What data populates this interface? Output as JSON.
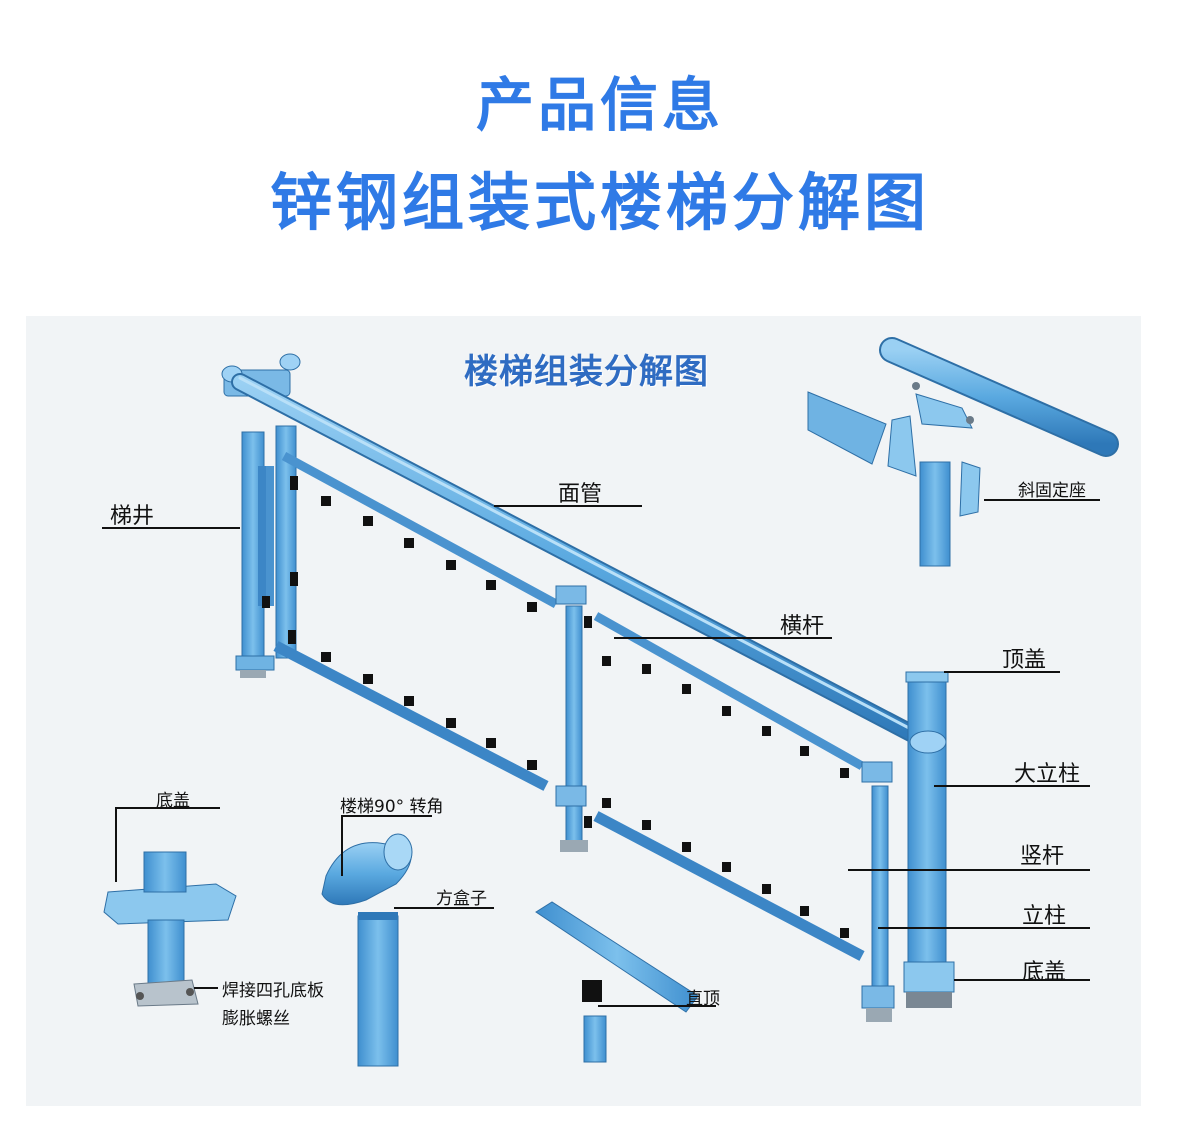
{
  "header": {
    "title_line1": "产品信息",
    "title_line2": "锌钢组装式楼梯分解图"
  },
  "diagram": {
    "title": "楼梯组装分解图",
    "labels": {
      "tijing": "梯井",
      "mianguan": "面管",
      "xiegu": "斜固定座",
      "henggan": "横杆",
      "dinggai": "顶盖",
      "dalizhu": "大立柱",
      "shugan": "竖杆",
      "lizhu": "立柱",
      "digai_right": "底盖",
      "digai_left": "底盖",
      "zhuanjiao": "楼梯90° 转角",
      "fanghezi": "方盒子",
      "diban": "焊接四孔底板",
      "luosi": "膨胀螺丝",
      "zhiding": "直顶"
    },
    "colors": {
      "title": "#2f7ae6",
      "part": "#5aa9e0",
      "part_dark": "#3a86c4",
      "panel": "#f1f4f6"
    }
  }
}
